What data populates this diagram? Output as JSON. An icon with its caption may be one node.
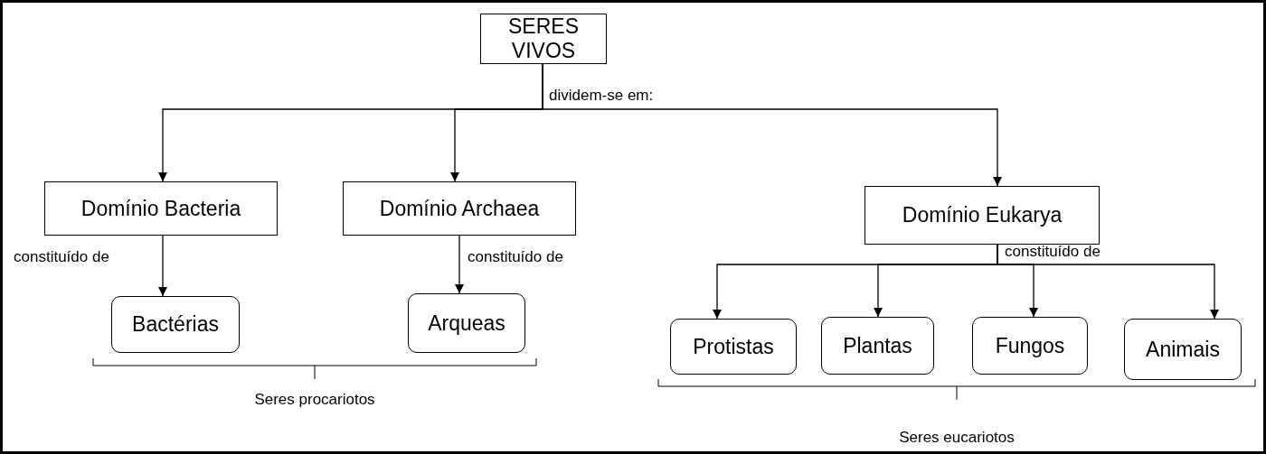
{
  "diagram": {
    "nodes": [
      {
        "text": [
          "SERES VIVOS"
        ]
      },
      {
        "text": [
          "Domínio Bacteria"
        ]
      },
      {
        "text": [
          "Domínio Archaea"
        ]
      },
      {
        "text": [
          "Domínio Eukarya"
        ]
      },
      {
        "text": [
          "Bactérias"
        ]
      },
      {
        "text": [
          "Arqueas"
        ]
      },
      {
        "text": [
          "Protistas"
        ]
      },
      {
        "text": [
          "Plantas"
        ]
      },
      {
        "text": [
          "Fungos"
        ]
      },
      {
        "text": [
          "Animais"
        ]
      }
    ],
    "edges": [
      {
        "from": 0,
        "to": 1,
        "arrow": "to",
        "label": "dividem-se em:"
      },
      {
        "from": 0,
        "to": 2,
        "arrow": "to"
      },
      {
        "from": 0,
        "to": 3,
        "arrow": "to"
      },
      {
        "from": 1,
        "to": 4,
        "arrow": "to",
        "label": "constituído de"
      },
      {
        "from": 2,
        "to": 5,
        "arrow": "to",
        "label": "constituído de"
      },
      {
        "from": 3,
        "to": 6,
        "arrow": "to",
        "label": "constituído de"
      },
      {
        "from": 3,
        "to": 7,
        "arrow": "to"
      },
      {
        "from": 3,
        "to": 8,
        "arrow": "to"
      },
      {
        "from": 3,
        "to": 9,
        "arrow": "to"
      }
    ],
    "labels": [
      "Seres procariotos",
      "Seres eucariotos"
    ]
  }
}
